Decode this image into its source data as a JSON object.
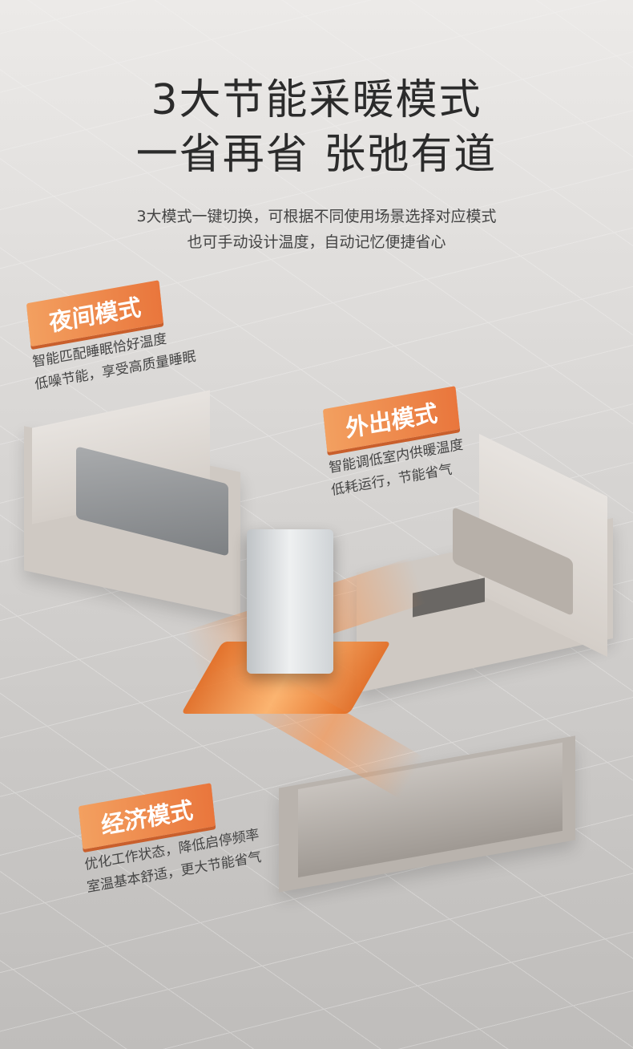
{
  "header": {
    "title_line1": "3大节能采暖模式",
    "title_line2": "一省再省 张弛有道",
    "subtitle_line1": "3大模式一键切换，可根据不同使用场景选择对应模式",
    "subtitle_line2": "也可手动设计温度，自动记忆便捷省心"
  },
  "modes": [
    {
      "label": "夜间模式",
      "desc_line1": "智能匹配睡眠恰好温度",
      "desc_line2": "低噪节能，享受高质量睡眠"
    },
    {
      "label": "外出模式",
      "desc_line1": "智能调低室内供暖温度",
      "desc_line2": "低耗运行，节能省气"
    },
    {
      "label": "经济模式",
      "desc_line1": "优化工作状态，降低启停频率",
      "desc_line2": "室温基本舒适，更大节能省气"
    }
  ],
  "colors": {
    "accent": "#e9763c",
    "text": "#2b2b2b"
  }
}
